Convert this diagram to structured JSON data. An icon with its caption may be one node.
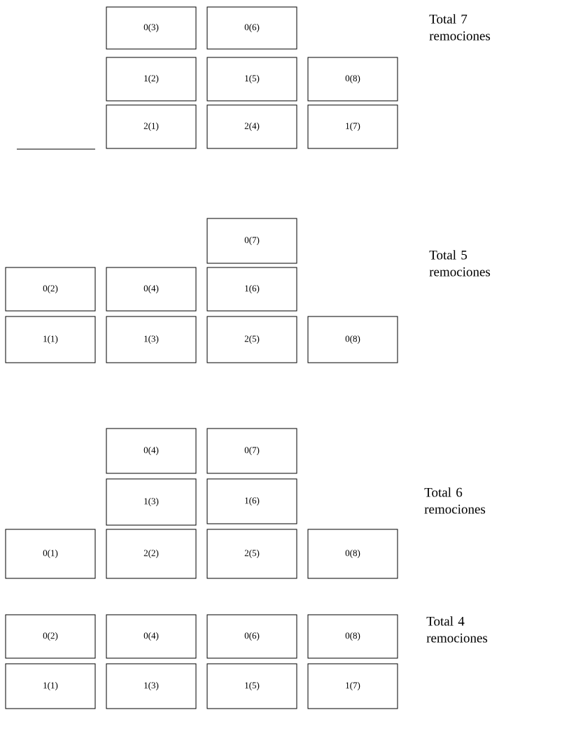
{
  "diagram": {
    "nodes": [
      {
        "text": [
          "0(3)"
        ]
      },
      {
        "text": [
          "0(6)"
        ]
      },
      {
        "text": [
          "1(2)"
        ]
      },
      {
        "text": [
          "1(5)"
        ]
      },
      {
        "text": [
          "0(8)"
        ]
      },
      {
        "text": [
          "2(1)"
        ]
      },
      {
        "text": [
          "2(4)"
        ]
      },
      {
        "text": [
          "1(7)"
        ]
      },
      {
        "text": [
          "0(7)"
        ]
      },
      {
        "text": [
          "0(2)"
        ]
      },
      {
        "text": [
          "0(4)"
        ]
      },
      {
        "text": [
          "1(6)"
        ]
      },
      {
        "text": [
          "1(1)"
        ]
      },
      {
        "text": [
          "1(3)"
        ]
      },
      {
        "text": [
          "2(5)"
        ]
      },
      {
        "text": [
          "0(8)"
        ]
      },
      {
        "text": [
          "0(4)"
        ]
      },
      {
        "text": [
          "0(7)"
        ]
      },
      {
        "text": [
          "1(3)"
        ]
      },
      {
        "text": [
          "1(6)"
        ]
      },
      {
        "text": [
          "0(1)"
        ]
      },
      {
        "text": [
          "2(2)"
        ]
      },
      {
        "text": [
          "2(5)"
        ]
      },
      {
        "text": [
          "0(8)"
        ]
      },
      {
        "text": [
          "0(2)"
        ]
      },
      {
        "text": [
          "0(4)"
        ]
      },
      {
        "text": [
          "0(6)"
        ]
      },
      {
        "text": [
          "0(8)"
        ]
      },
      {
        "text": [
          "1(1)"
        ]
      },
      {
        "text": [
          "1(3)"
        ]
      },
      {
        "text": [
          "1(5)"
        ]
      },
      {
        "text": [
          "1(7)"
        ]
      }
    ],
    "labels": [
      "Total 7 remociones",
      "Total 5 remociones",
      "Total 6 remociones",
      "Total 4 remociones"
    ]
  }
}
